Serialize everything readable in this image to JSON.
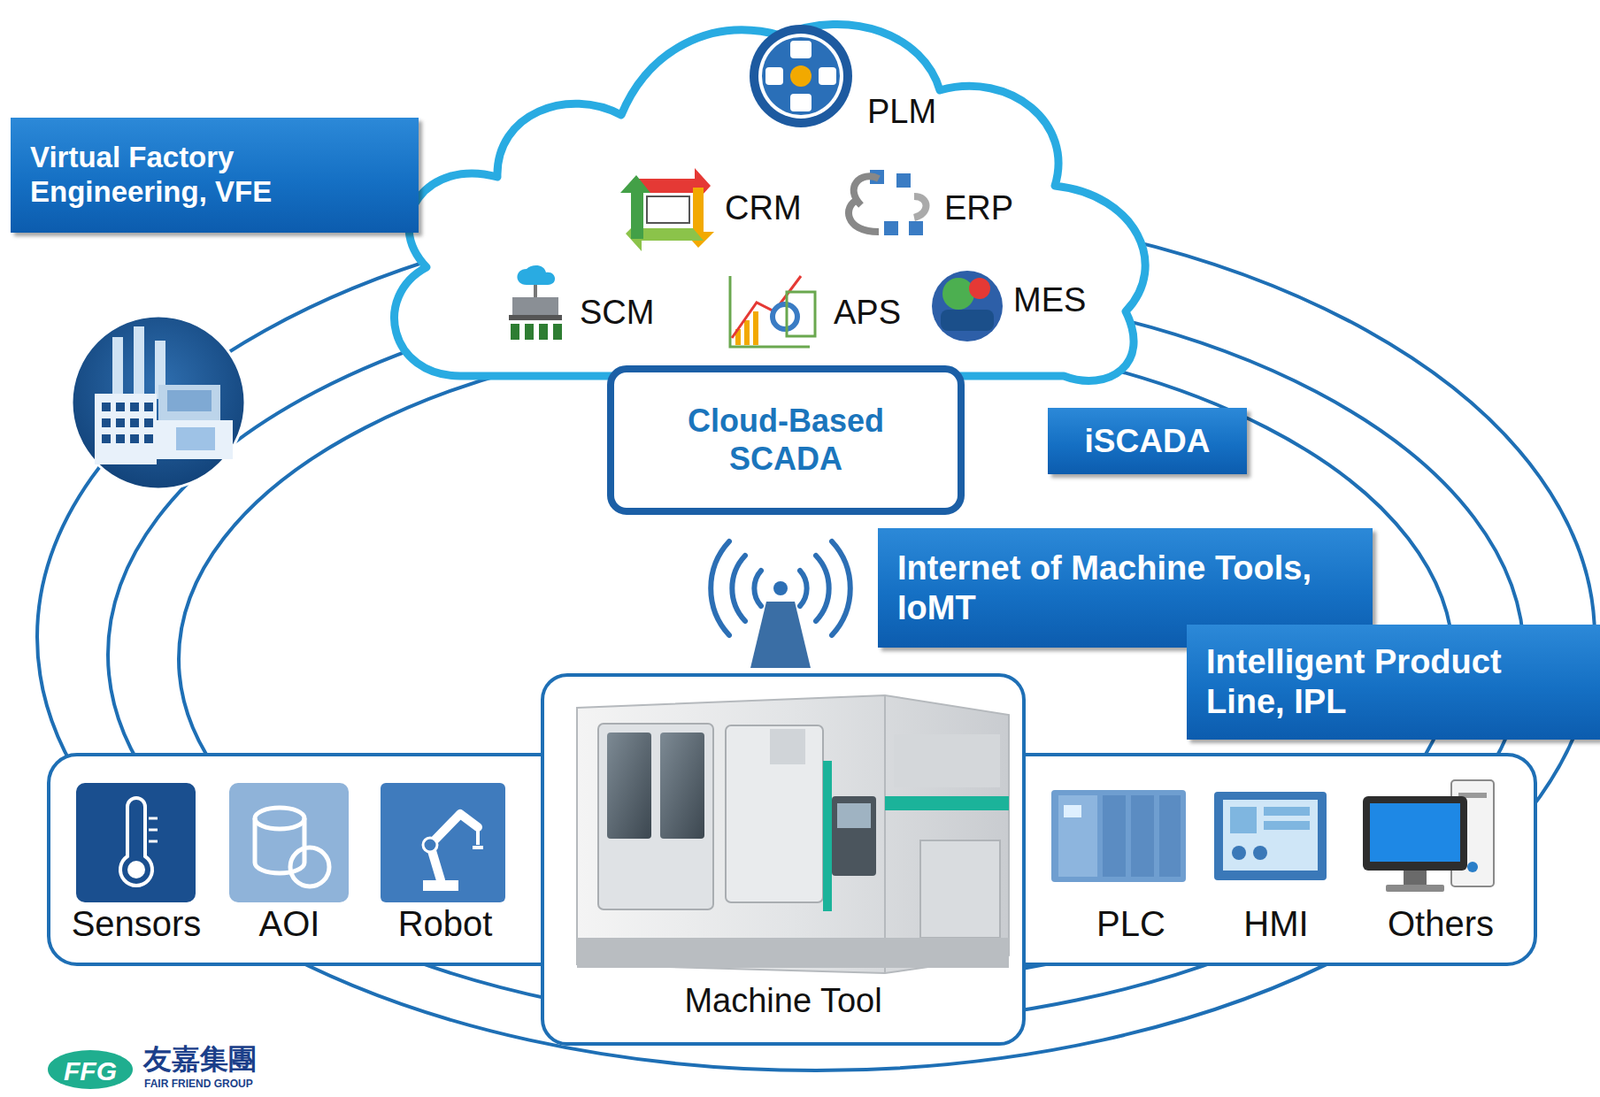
{
  "diagram": {
    "nodes": [
      {
        "text": [
          "Virtual Factory Engineering, VFE"
        ]
      },
      {
        "text": [
          "Cloud-Based SCADA"
        ]
      },
      {
        "text": [
          "iSCADA"
        ]
      },
      {
        "text": [
          "Internet of Machine Tools, IoMT"
        ]
      },
      {
        "text": [
          "Intelligent Product Line, IPL"
        ]
      },
      {
        "text": [
          "Machine Tool"
        ]
      }
    ],
    "labels": [
      "PLM",
      "CRM",
      "ERP",
      "SCM",
      "APS",
      "MES",
      "Sensors",
      "AOI",
      "Robot",
      "PLC",
      "HMI",
      "Others",
      "FFG",
      "友嘉集團",
      "FAIR FRIEND GROUP"
    ]
  }
}
